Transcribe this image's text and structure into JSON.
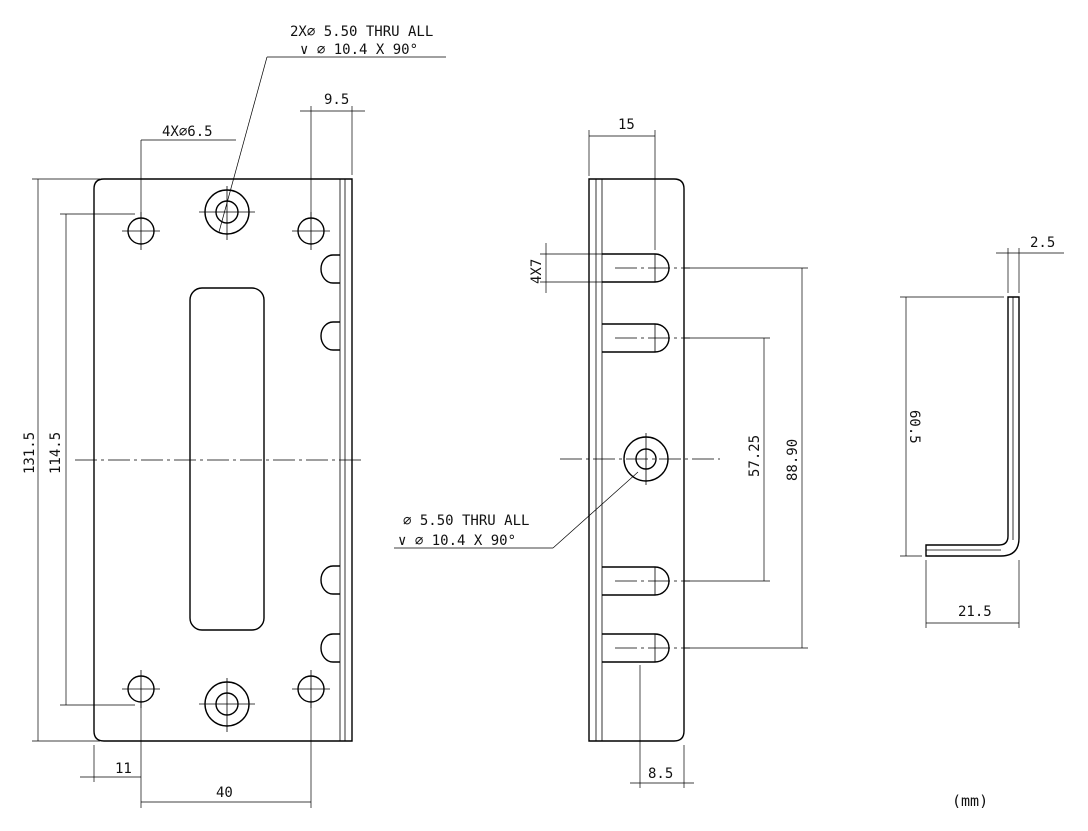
{
  "front_view": {
    "callout_holes_line1": "2X⌀ 5.50 THRU ALL",
    "callout_holes_line2": "∨ ⌀ 10.4 X 90°",
    "callout_small_holes": "4X⌀6.5",
    "dim_flange_thickness": "9.5",
    "dim_height_total": "131.5",
    "dim_height_holes": "114.5",
    "dim_hole_offset": "11",
    "dim_hole_spacing": "40"
  },
  "side_view": {
    "dim_top_width": "15",
    "dim_slots": "4X7",
    "callout_hole_line1": "⌀ 5.50 THRU ALL",
    "callout_hole_line2": "∨ ⌀ 10.4 X 90°",
    "dim_inner_slots": "57.25",
    "dim_outer_slots": "88.90",
    "dim_bottom_offset": "8.5"
  },
  "profile_view": {
    "dim_thickness": "2.5",
    "dim_height": "60.5",
    "dim_width": "21.5"
  },
  "units_label": "(mm)"
}
